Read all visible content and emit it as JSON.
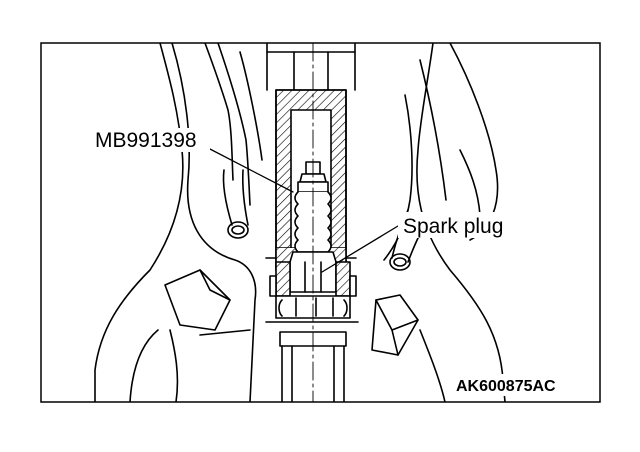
{
  "labels": {
    "tool": "MB991398",
    "part": "Spark plug",
    "figure_id": "AK600875AC"
  }
}
